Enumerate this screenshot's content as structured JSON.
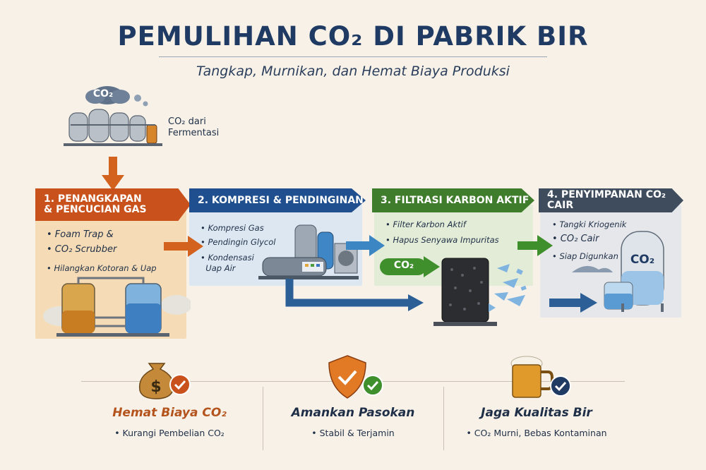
{
  "title": "PEMULIHAN CO₂ DI PABRIK BIR",
  "subtitle": "Tangkap, Murnikan, dan Hemat Biaya Produksi",
  "source": {
    "cloud_label": "CO₂",
    "label": "CO₂ dari\nFermentasi"
  },
  "steps": [
    {
      "title": "1. PENANGKAPAN\n& PENCUCIAN GAS",
      "color": "#c8511c",
      "bullets": [
        "• Foam Trap &",
        "• CO₂ Scrubber"
      ],
      "note": "• Hilangkan Kotoran & Uap"
    },
    {
      "title": "2. KOMPRESI & PENDINGINAN",
      "color": "#1f4f8e",
      "bullets": [
        "• Kompresi Gas",
        "• Pendingin Glycol",
        "• Kondensasi\n  Uap Air"
      ]
    },
    {
      "title": "3. FILTRASI KARBON AKTIF",
      "color": "#3f7d2c",
      "bullets": [
        "• Filter Karbon Aktif",
        "• Hapus Senyawa Impuritas"
      ],
      "badge": "CO₂"
    },
    {
      "title": "4. PENYIMPANAN CO₂ CAIR",
      "color": "#3e4c5e",
      "bullets": [
        "• Tangki Kriogenik",
        "• CO₂ Cair",
        "• Siap Digunkan"
      ],
      "tank_label": "CO₂"
    }
  ],
  "benefits": [
    {
      "title": "Hemat Biaya CO₂",
      "sub": "• Kurangi Pembelian CO₂",
      "color": "#b4531c",
      "icon": "money-bag-icon"
    },
    {
      "title": "Amankan Pasokan",
      "sub": "• Stabil & Terjamin",
      "color": "#1f2f47",
      "icon": "shield-icon"
    },
    {
      "title": "Jaga Kualitas Bir",
      "sub": "• CO₂ Murni, Bebas Kontaminan",
      "color": "#1f2f47",
      "icon": "beer-mug-icon"
    }
  ]
}
